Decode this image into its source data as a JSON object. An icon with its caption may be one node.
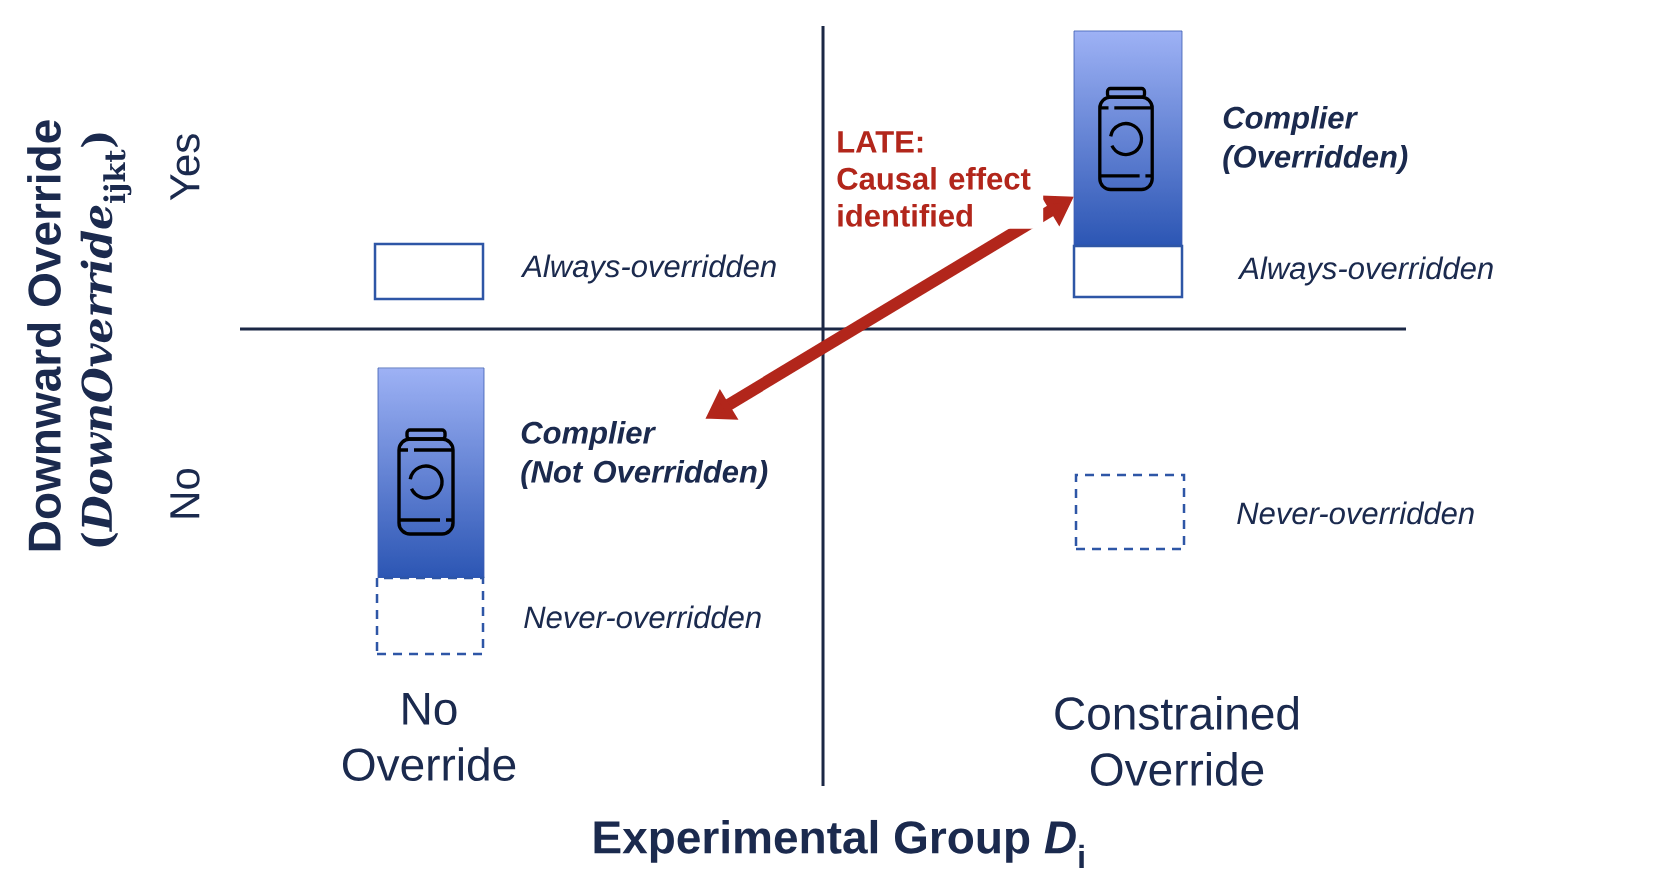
{
  "diagram": {
    "nodes": [
      {
        "text": [],
        "shape": "box",
        "beside": [
          "Always-overridden"
        ]
      },
      {
        "text": [],
        "shape": "bar"
      },
      {
        "text": [
          "Complier (Not Overridden)"
        ]
      },
      {
        "text": [],
        "shape": "box",
        "beside": [
          "Never-overridden"
        ]
      },
      {
        "text": [],
        "shape": "bar",
        "beside": [
          "Complier (Overridden)"
        ]
      },
      {
        "text": [],
        "shape": "box",
        "beside": [
          "Always-overridden"
        ]
      },
      {
        "text": [],
        "shape": "box",
        "beside": [
          "Never-overridden"
        ]
      }
    ],
    "edges": [
      {
        "from": 2,
        "to": 4,
        "arrow": "both",
        "label": "LATE: Causal effect identified",
        "color": "#b2261b"
      }
    ],
    "labels": [
      "Downward Override",
      "(*DownOverride*$_{ijkt}$)",
      "Yes",
      "No",
      "No Override",
      "Constrained Override",
      "Experimental Group *D*$_{i}$"
    ]
  }
}
